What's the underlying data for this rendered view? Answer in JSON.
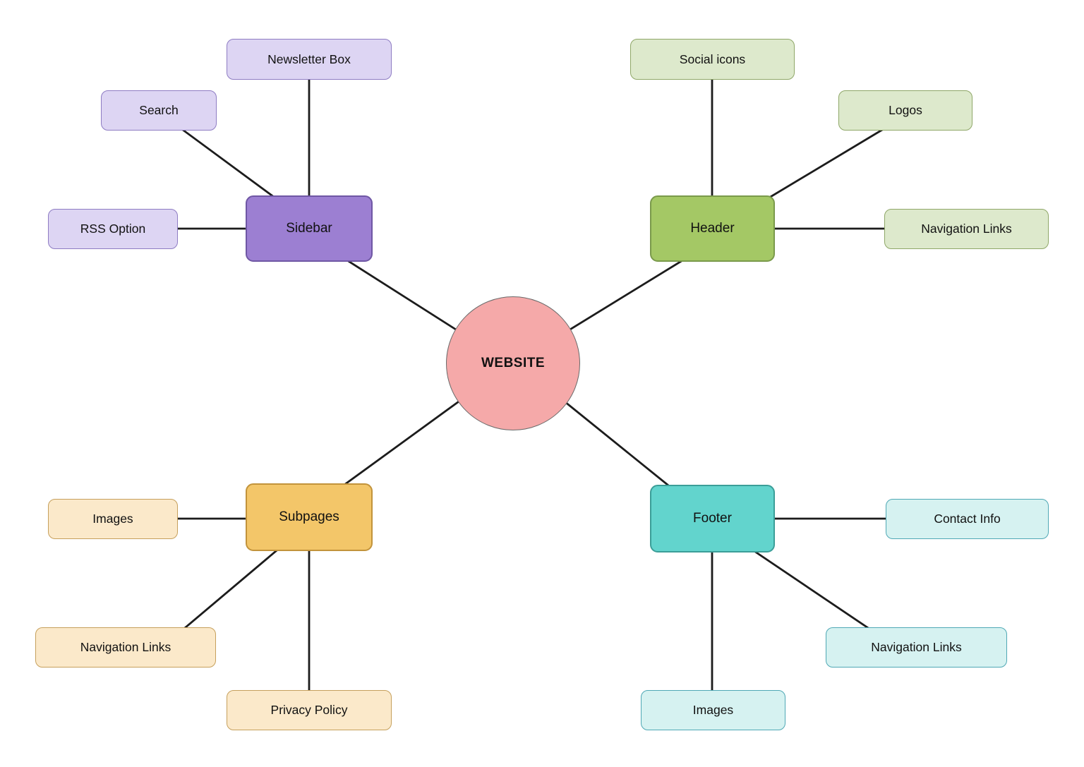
{
  "diagram": {
    "connector_color": "#1c1c1c",
    "center": {
      "label": "WEBSITE",
      "fill": "#F5A9A9",
      "border": "#6a6a6a"
    },
    "branches": {
      "sidebar": {
        "label": "Sidebar",
        "fill": "#9C7FD2",
        "border": "#6F57A4",
        "child_fill": "#DDD5F3",
        "child_border": "#8E7CC3",
        "children": {
          "newsletter_box": {
            "label": "Newsletter Box"
          },
          "search": {
            "label": "Search"
          },
          "rss_option": {
            "label": "RSS Option"
          }
        }
      },
      "header": {
        "label": "Header",
        "fill": "#A4C865",
        "border": "#7A9A4B",
        "child_fill": "#DDE9CC",
        "child_border": "#8FA768",
        "children": {
          "social_icons": {
            "label": "Social icons"
          },
          "logos": {
            "label": "Logos"
          },
          "navigation_links": {
            "label": "Navigation Links"
          }
        }
      },
      "subpages": {
        "label": "Subpages",
        "fill": "#F3C669",
        "border": "#C2933B",
        "child_fill": "#FBE9CA",
        "child_border": "#C6A05C",
        "children": {
          "images": {
            "label": "Images"
          },
          "navigation_links": {
            "label": "Navigation Links"
          },
          "privacy_policy": {
            "label": "Privacy Policy"
          }
        }
      },
      "footer": {
        "label": "Footer",
        "fill": "#62D4CD",
        "border": "#3B9E98",
        "child_fill": "#D6F2F1",
        "child_border": "#4FA8B5",
        "children": {
          "contact_info": {
            "label": "Contact Info"
          },
          "navigation_links": {
            "label": "Navigation Links"
          },
          "images": {
            "label": "Images"
          }
        }
      }
    }
  }
}
